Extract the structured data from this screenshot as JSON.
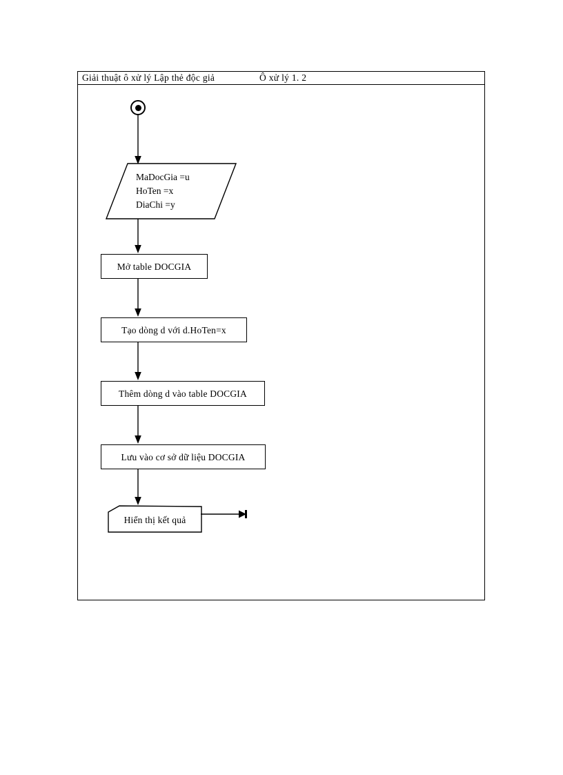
{
  "document": {
    "page_background": "#ffffff",
    "ink_color": "#000000"
  },
  "frame": {
    "title_main": "Giải thuật ô xử lý Lập thẻ độc giả",
    "title_ref": "Ô xử lý 1. 2"
  },
  "flowchart": {
    "type": "flowchart",
    "orientation": "top-to-bottom",
    "nodes": [
      {
        "id": "start",
        "shape": "initial-node",
        "label": ""
      },
      {
        "id": "input",
        "shape": "parallelogram",
        "lines": [
          "MaDocGia =u",
          "HoTen =x",
          "DiaChi =y"
        ]
      },
      {
        "id": "open-table",
        "shape": "rectangle",
        "label": "Mở table DOCGIA"
      },
      {
        "id": "create-row",
        "shape": "rectangle",
        "label": "Tạo dòng d với d.HoTen=x"
      },
      {
        "id": "add-row",
        "shape": "rectangle",
        "label": "Thêm dòng d vào table DOCGIA"
      },
      {
        "id": "save-db",
        "shape": "rectangle",
        "label": "Lưu vào cơ sở dữ liệu DOCGIA"
      },
      {
        "id": "display-result",
        "shape": "display",
        "label": "Hiển thị kết quả"
      }
    ],
    "edges": [
      {
        "from": "start",
        "to": "input",
        "style": "solid-arrow"
      },
      {
        "from": "input",
        "to": "open-table",
        "style": "solid-arrow"
      },
      {
        "from": "open-table",
        "to": "create-row",
        "style": "solid-arrow"
      },
      {
        "from": "create-row",
        "to": "add-row",
        "style": "solid-arrow"
      },
      {
        "from": "add-row",
        "to": "save-db",
        "style": "solid-arrow"
      },
      {
        "from": "save-db",
        "to": "display-result",
        "style": "solid-arrow"
      },
      {
        "from": "display-result",
        "to": "exit",
        "style": "solid-arrow-right"
      }
    ]
  }
}
